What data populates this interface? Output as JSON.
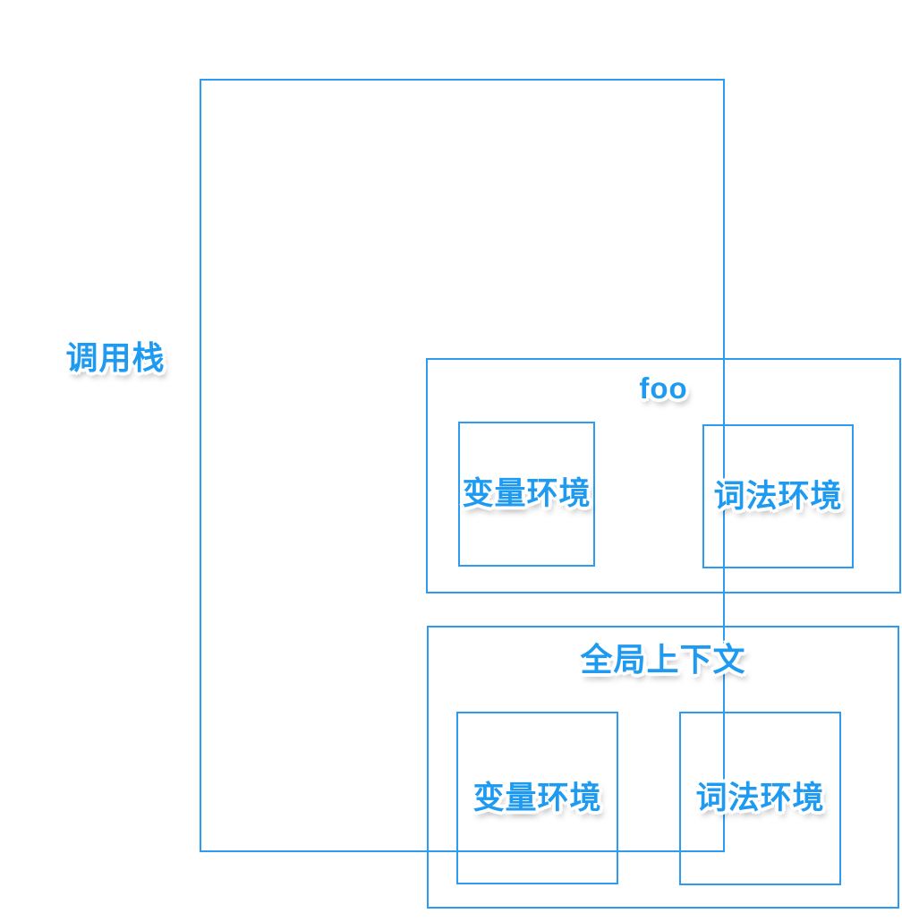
{
  "diagram": {
    "call_stack_label": "调用栈",
    "frames": [
      {
        "title": "foo",
        "env_boxes": [
          {
            "label": "变量环境"
          },
          {
            "label": "词法环境"
          }
        ]
      },
      {
        "title": "全局上下文",
        "env_boxes": [
          {
            "label": "变量环境"
          },
          {
            "label": "词法环境"
          }
        ]
      }
    ],
    "colors": {
      "border": "#2b9cf2",
      "text": "#1e9bf0",
      "background": "#ffffff"
    }
  }
}
